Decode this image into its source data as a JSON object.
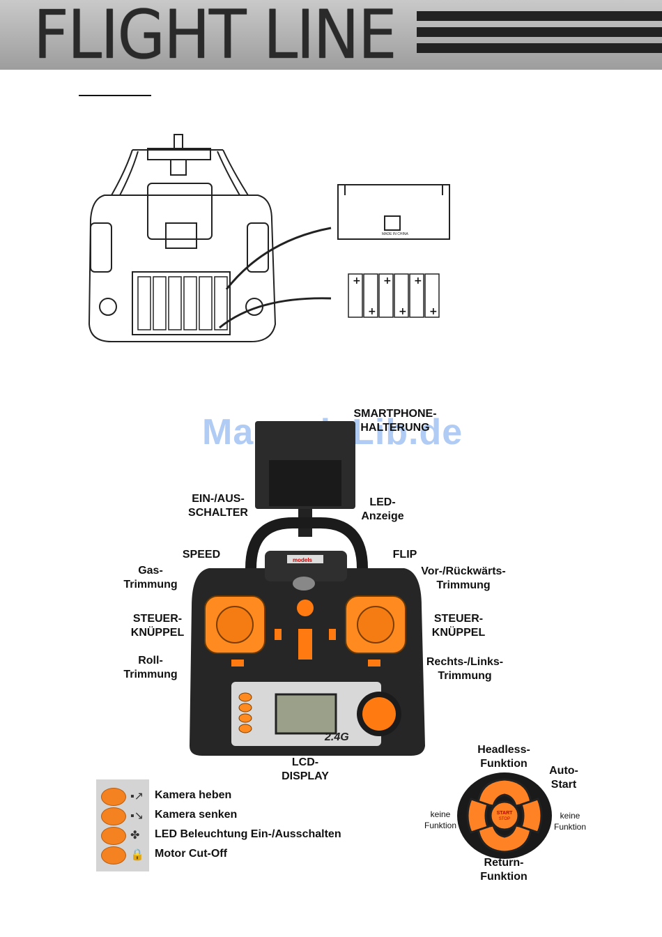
{
  "header": {
    "brand": "FLIGHT LINE"
  },
  "watermark": "ManualsLib.de",
  "labels": {
    "smartphone": "SMARTPHONE-\nHALTERUNG",
    "ein_aus": "EIN-/AUS-\nSCHALTER",
    "led": "LED-\nAnzeige",
    "speed": "SPEED",
    "flip": "FLIP",
    "gas": "Gas-\nTrimmung",
    "vor": "Vor-/Rückwärts-\nTrimmung",
    "steuer_left": "STEUER-\nKNÜPPEL",
    "steuer_right": "STEUER-\nKNÜPPEL",
    "roll": "Roll-\nTrimmung",
    "rechts": "Rechts-/Links-\nTrimmung",
    "lcd": "LCD-\nDISPLAY",
    "headless": "Headless-\nFunktion",
    "auto_start": "Auto-\nStart",
    "keine_left": "keine\nFunktion",
    "keine_right": "keine\nFunktion",
    "return": "Return-\nFunktion"
  },
  "device": {
    "brand_badge": "models",
    "band": "2.4G",
    "start_stop": "START\nSTOP",
    "battery_note": "MADE IN CHINA"
  },
  "legend": [
    {
      "icon": "camera-up-icon",
      "text": "Kamera heben"
    },
    {
      "icon": "camera-down-icon",
      "text": "Kamera senken"
    },
    {
      "icon": "led-light-icon",
      "text": "LED Beleuchtung Ein-/Ausschalten"
    },
    {
      "icon": "lock-icon",
      "text": "Motor Cut-Off"
    }
  ],
  "colors": {
    "accent": "#f58220",
    "dark": "#1e1e1e"
  }
}
